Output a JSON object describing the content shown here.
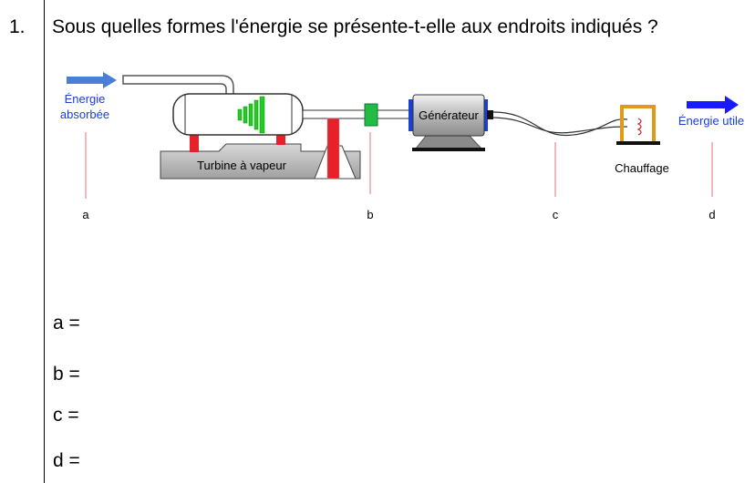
{
  "question": {
    "number": "1.",
    "text": "Sous quelles formes l'énergie se présente-t-elle aux endroits indiqués ?"
  },
  "diagram": {
    "input_label_line1": "Énergie",
    "input_label_line2": "absorbée",
    "turbine_label": "Turbine à vapeur",
    "generator_label": "Générateur",
    "heater_label": "Chauffage",
    "output_label": "Énergie utile",
    "points": {
      "a": "a",
      "b": "b",
      "c": "c",
      "d": "d"
    },
    "colors": {
      "input_arrow": "#4a7fd6",
      "output_arrow": "#1a1aff",
      "label_blue": "#1a3fd6",
      "blades": "#22cc22",
      "supports": "#e8202a",
      "coupling": "#22bb44",
      "heater_frame": "#e09a1a",
      "coil": "#cc2222",
      "marker_line": "#e07070"
    }
  },
  "answers": [
    {
      "label": "a ="
    },
    {
      "label": "b ="
    },
    {
      "label": "c ="
    },
    {
      "label": "d ="
    }
  ]
}
